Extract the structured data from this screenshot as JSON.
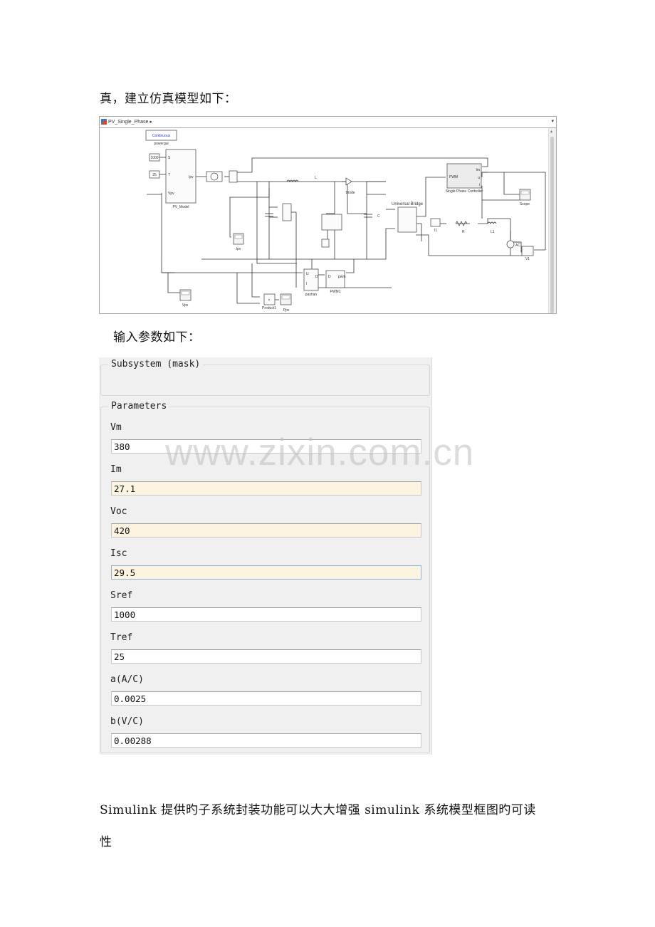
{
  "document": {
    "para_intro": "真，建立仿真模型如下：",
    "para_params": "输入参数如下：",
    "para_summary_line1": "Simulink 提供旳子系统封装功能可以大大增强 simulink 系统模型框图旳可读",
    "para_summary_line2": "性",
    "watermark": "www.zixin.com.cn"
  },
  "simulink": {
    "breadcrumb": "PV_Single_Phase",
    "breadcrumb_arrow": "▸",
    "dropdown_arrow": "▾",
    "scroll_up": "▴",
    "blocks": {
      "powergui_mode": "Continuous",
      "powergui": "powergui",
      "const_S": "1000",
      "const_T": "25",
      "pv_model": "PV_Model",
      "pv_in_S": "S",
      "pv_in_T": "T",
      "pv_in_Vpv": "Vpv",
      "pv_out_Ipv": "Ipv",
      "inductor_L": "L",
      "diode": "Diode",
      "capacitor_C": "C",
      "universal_bridge": "Universal Bridge",
      "controller": "Single Phase Controller",
      "ctrl_pwm": "PWM",
      "ctrl_im": "Im",
      "ctrl_u": "u",
      "ctrl_i": "i",
      "scope": "Scope",
      "i1": "I1",
      "resistor_R": "R",
      "inductor_L1": "L1",
      "ac_source": "AC",
      "v1": "V1",
      "ipv_scope": "Ipv",
      "vpv_scope": "Vpv",
      "product": "Product1",
      "ppv_scope": "Ppv",
      "panduan": "pashan",
      "panduan_U": "U",
      "panduan_I": "I",
      "panduan_D": "D",
      "pwm1": "PWM1",
      "pwm1_D": "D",
      "pwm1_out": "pwm"
    }
  },
  "mask_dialog": {
    "group_title": "Subsystem (mask)",
    "params_title": "Parameters",
    "parameters": [
      {
        "label": "Vm",
        "value": "380",
        "modified": false
      },
      {
        "label": "Im",
        "value": "27.1",
        "modified": true
      },
      {
        "label": "Voc",
        "value": "420",
        "modified": true
      },
      {
        "label": "Isc",
        "value": "29.5",
        "modified": true
      },
      {
        "label": "Sref",
        "value": "1000",
        "modified": false
      },
      {
        "label": "Tref",
        "value": "25",
        "modified": false
      },
      {
        "label": "a(A/C)",
        "value": "0.0025",
        "modified": false
      },
      {
        "label": "b(V/C)",
        "value": "0.00288",
        "modified": false
      }
    ],
    "colors": {
      "modified_field_bg": "#fdf3e1",
      "dialog_bg": "#f0f0f0",
      "focus_border": "#8fb4d6"
    }
  }
}
